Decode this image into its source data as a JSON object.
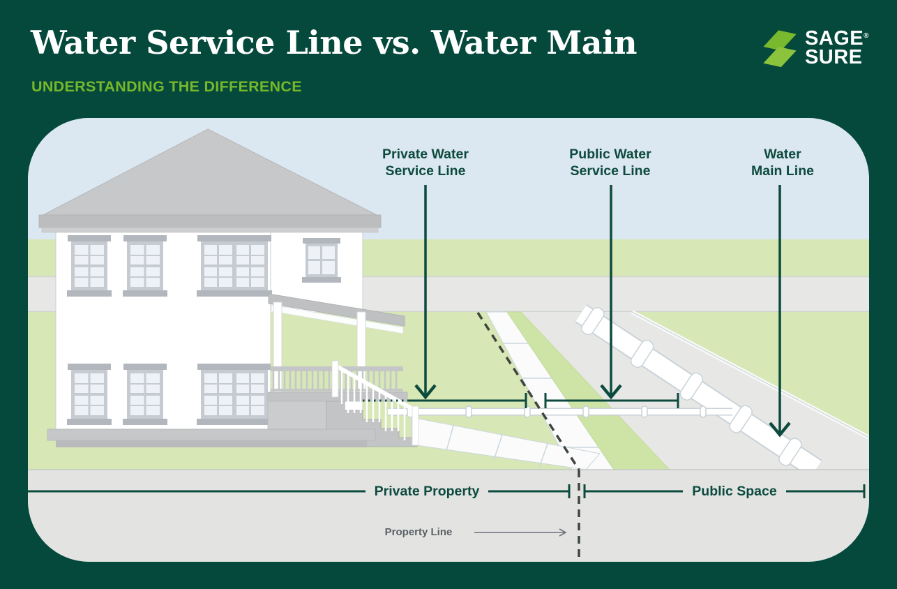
{
  "header": {
    "title": "Water Service Line vs. Water Main",
    "subtitle": "UNDERSTANDING THE DIFFERENCE"
  },
  "logo": {
    "word1": "SAGE",
    "word2": "SURE",
    "registered": "®"
  },
  "callouts": {
    "private_service": {
      "line1": "Private Water",
      "line2": "Service Line"
    },
    "public_service": {
      "line1": "Public Water",
      "line2": "Service Line"
    },
    "water_main": {
      "line1": "Water",
      "line2": "Main Line"
    }
  },
  "ground_labels": {
    "private_property": "Private Property",
    "public_space": "Public Space",
    "property_line": "Property Line"
  },
  "colors": {
    "frame_green": "#05493c",
    "accent_green": "#76b829",
    "label_green": "#0d4a3e",
    "sky": "#dce8f1",
    "lawn": "#d7e7b5",
    "pavement": "#e7e8e6",
    "underground": "#e3e4e2",
    "gray_text": "#5a6065"
  }
}
